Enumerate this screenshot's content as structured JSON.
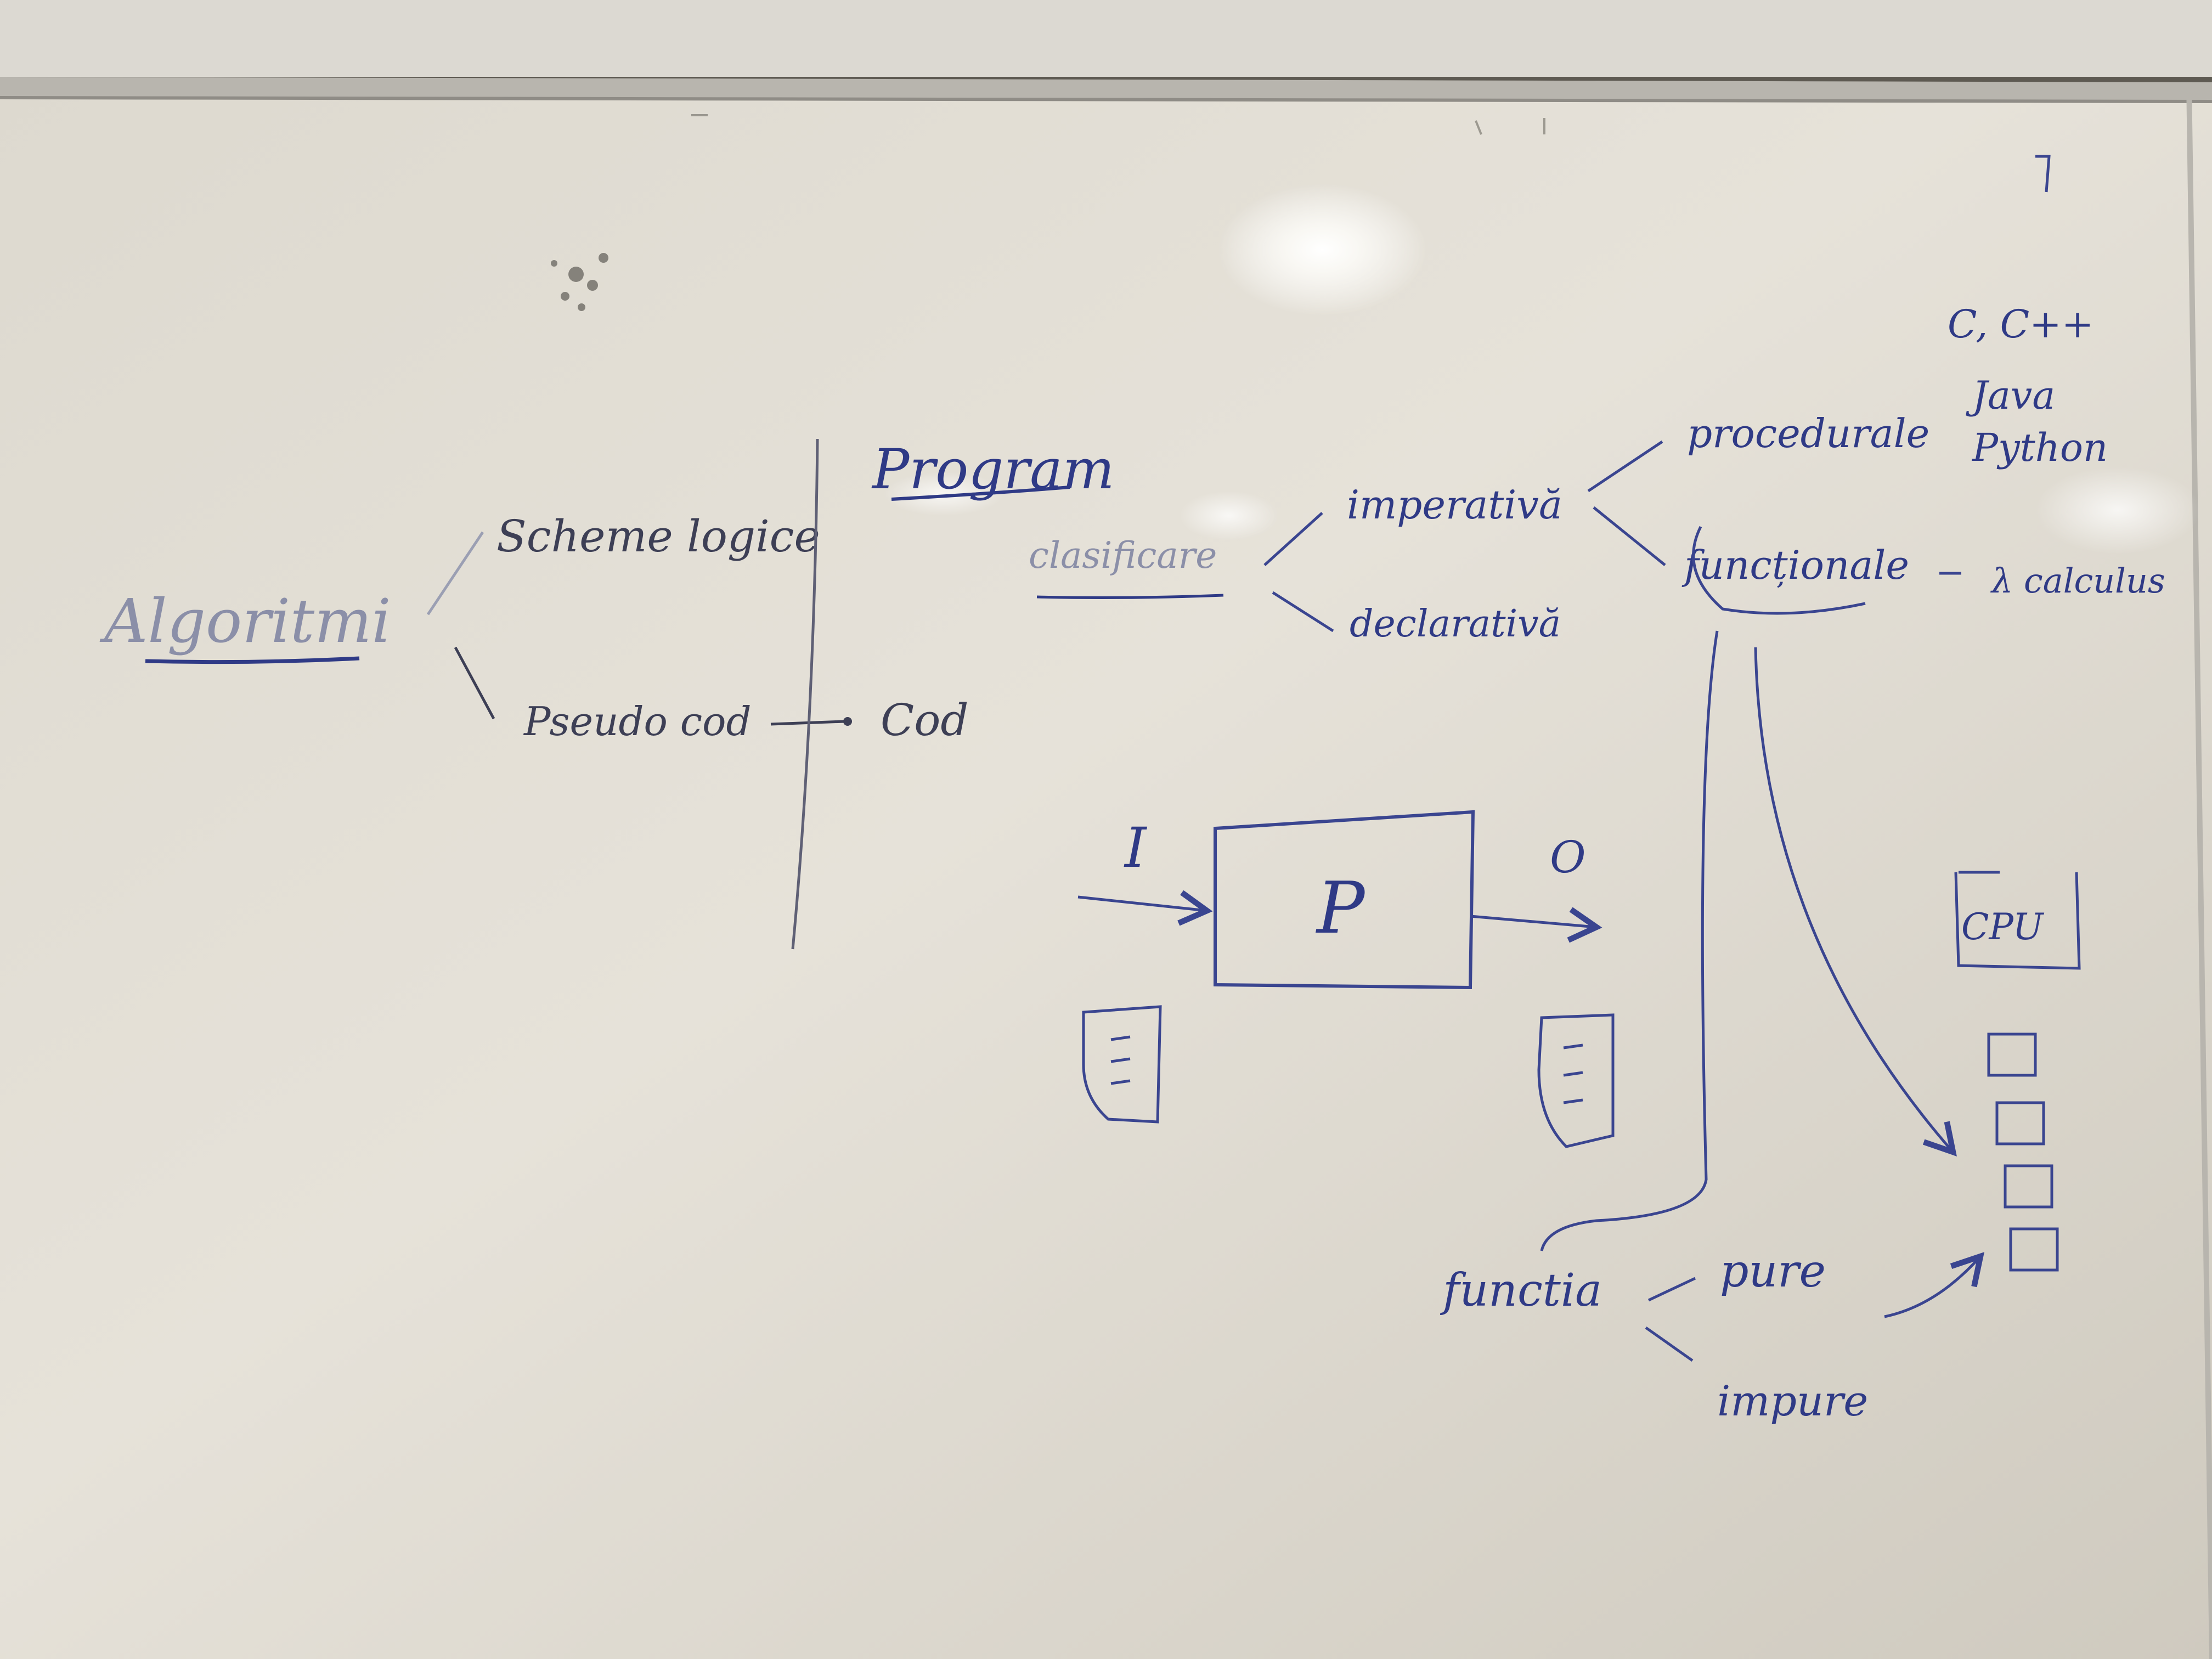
{
  "board": {
    "colors": {
      "marker": "#2f3a86",
      "marker_faint": "#8b8fa8",
      "marker_dark": "#3d3f55",
      "board_surface": "#e4e0d7",
      "frame": "#b8b5ae"
    },
    "left_column": {
      "algoritmi": "Algoritmi",
      "scheme_logice": "Scheme logice",
      "pseudocod": "Pseudo cod",
      "cod": "Cod"
    },
    "program_branch": {
      "program": "Program",
      "clasificare": "clasificare",
      "imperativa": "imperativă",
      "declarativa": "declarativă",
      "procedurale": "procedurale",
      "functionale": "funcționale",
      "lambda_calculus": "λ calculus"
    },
    "languages": {
      "line1": "C, C++",
      "line2": "Java",
      "line3": "Python"
    },
    "io_diagram": {
      "input": "I",
      "process": "P",
      "output": "O"
    },
    "cpu_stack": {
      "cpu_label": "CPU",
      "memory_cells": 4
    },
    "functions": {
      "functia": "functia",
      "pure": "pure",
      "impure": "impure"
    }
  }
}
